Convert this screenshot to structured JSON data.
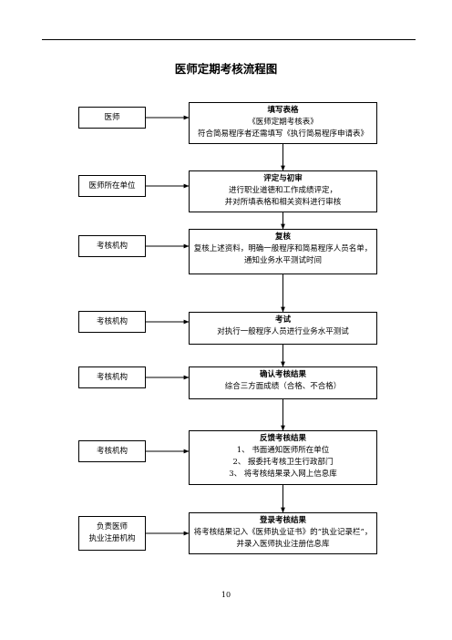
{
  "document": {
    "title": "医师定期考核流程图",
    "page_number": "10"
  },
  "flow": [
    {
      "actor": [
        "医师"
      ],
      "heading": "填写表格",
      "lines": [
        "《医师定期考核表》",
        "符合简易程序者还需填写《执行简易程序申请表》"
      ]
    },
    {
      "actor": [
        "医师所在单位"
      ],
      "heading": "评定与初审",
      "lines": [
        "进行职业道德和工作成绩评定，",
        "并对所填表格和相关资料进行审核"
      ]
    },
    {
      "actor": [
        "考核机构"
      ],
      "heading": "复核",
      "lines": [
        "复核上述资料，明确一般程序和简易程序人员名单，",
        "通知业务水平测试时间"
      ]
    },
    {
      "actor": [
        "考核机构"
      ],
      "heading": "考试",
      "lines": [
        "对执行一般程序人员进行业务水平测试"
      ]
    },
    {
      "actor": [
        "考核机构"
      ],
      "heading": "确认考核结果",
      "lines": [
        "综合三方面成绩（合格、不合格）"
      ]
    },
    {
      "actor": [
        "考核机构"
      ],
      "heading": "反馈考核结果",
      "lines": [
        "1、 书面通知医师所在单位",
        "2、 报委托考核卫生行政部门",
        "3、 将考核结果录入网上信息库"
      ]
    },
    {
      "actor": [
        "负责医师",
        "执业注册机构"
      ],
      "heading": "登录考核结果",
      "lines": [
        "将考核结果记入《医师执业证书》的“执业记录栏”，",
        "并录入医师执业注册信息库"
      ]
    }
  ]
}
